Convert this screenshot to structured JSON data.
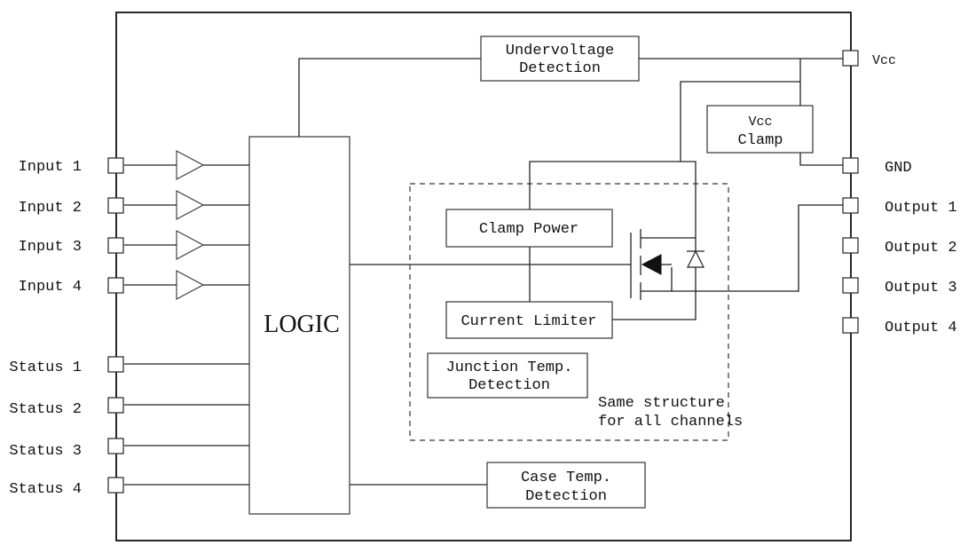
{
  "pins": {
    "inputs": [
      "Input 1",
      "Input 2",
      "Input 3",
      "Input 4"
    ],
    "status": [
      "Status 1",
      "Status 2",
      "Status 3",
      "Status 4"
    ],
    "vcc": "Vcc",
    "gnd": "GND",
    "outputs": [
      "Output 1",
      "Output 2",
      "Output 3",
      "Output 4"
    ]
  },
  "blocks": {
    "logic": "LOGIC",
    "undervoltage": [
      "Undervoltage",
      "Detection"
    ],
    "vcc_clamp": [
      "Vcc",
      "Clamp"
    ],
    "clamp_power": "Clamp Power",
    "current_limiter": "Current Limiter",
    "junction_temp": [
      "Junction Temp.",
      "Detection"
    ],
    "case_temp": [
      "Case Temp.",
      "Detection"
    ]
  },
  "annotation": [
    "Same structure",
    "for all channels"
  ]
}
